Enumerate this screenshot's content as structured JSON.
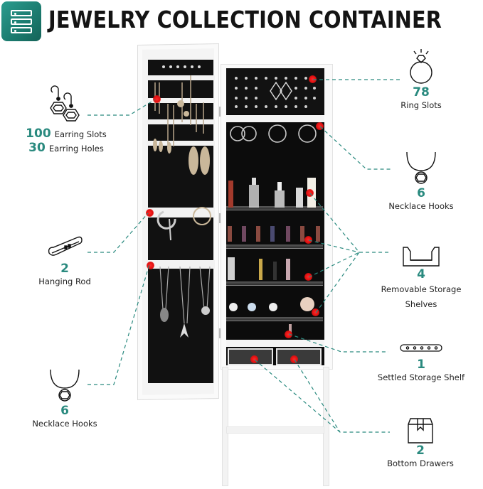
{
  "header": {
    "title": "JEWELRY COLLECTION CONTAINER",
    "logo_icon": "storage-cabinet-icon"
  },
  "colors": {
    "accent": "#2a8a7f",
    "logo_bg": "#1b7a6e",
    "marker": "#e01010",
    "cabinet_interior": "#0c0c0c",
    "cabinet_frame": "#f4f4f4"
  },
  "features": {
    "earrings": {
      "icon": "earrings-icon",
      "slots_num": "100",
      "slots_label": "Earring Slots",
      "holes_num": "30",
      "holes_label": "Earring Holes"
    },
    "hanging_rod": {
      "icon": "bracelet-cuff-icon",
      "num": "2",
      "label": "Hanging Rod"
    },
    "door_necklace": {
      "icon": "necklace-icon",
      "num": "6",
      "label": "Necklace Hooks"
    },
    "rings": {
      "icon": "ring-icon",
      "num": "78",
      "label": "Ring Slots"
    },
    "necklace_hooks": {
      "icon": "necklace-icon",
      "num": "6",
      "label": "Necklace Hooks"
    },
    "shelves": {
      "icon": "shelf-icon",
      "num": "4",
      "label_line1": "Removable Storage",
      "label_line2": "Shelves"
    },
    "settled_shelf": {
      "icon": "settled-shelf-icon",
      "num": "1",
      "label": "Settled Storage Shelf"
    },
    "drawers": {
      "icon": "drawer-box-icon",
      "num": "2",
      "label": "Bottom Drawers"
    }
  }
}
